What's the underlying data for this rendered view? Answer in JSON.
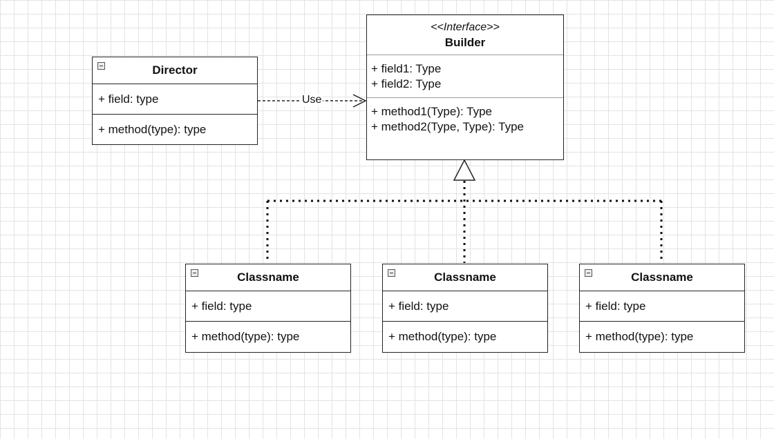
{
  "director": {
    "name": "Director",
    "field": "+ field: type",
    "method": "+ method(type): type"
  },
  "builder": {
    "stereotype": "<<Interface>>",
    "name": "Builder",
    "fields": [
      "+ field1: Type",
      "+ field2: Type"
    ],
    "methods": [
      "+ method1(Type): Type",
      "+ method2(Type, Type): Type"
    ]
  },
  "relations": {
    "use_label": "Use"
  },
  "concretes": [
    {
      "name": "Classname",
      "field": "+ field: type",
      "method": "+ method(type): type"
    },
    {
      "name": "Classname",
      "field": "+ field: type",
      "method": "+ method(type): type"
    },
    {
      "name": "Classname",
      "field": "+ field: type",
      "method": "+ method(type): type"
    }
  ],
  "colors": {
    "grid": "#e3e3e3",
    "stroke": "#222222",
    "background": "#ffffff"
  }
}
